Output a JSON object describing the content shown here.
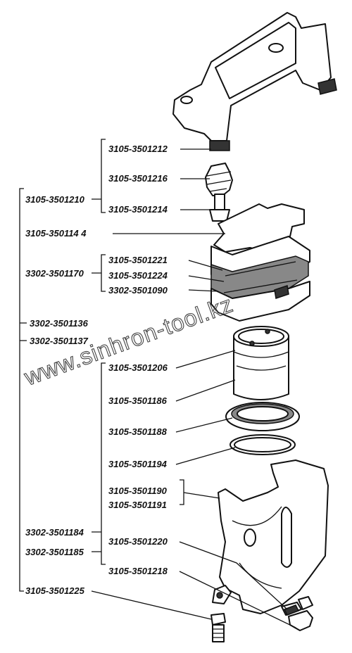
{
  "watermark": "www.sinhron-tool.kz",
  "labels": {
    "l3105_3501212": "3105-3501212",
    "l3105_3501216": "3105-3501216",
    "l3105_3501214": "3105-3501214",
    "l3105_3501210": "3105-3501210",
    "l3105_3501144": "3105-350114 4",
    "l3105_3501221": "3105-3501221",
    "l3105_3501224": "3105-3501224",
    "l3302_3501090": "3302-3501090",
    "l3302_3501170": "3302-3501170",
    "l3302_3501136": "3302-3501136",
    "l3302_3501137": "3302-3501137",
    "l3105_3501206": "3105-3501206",
    "l3105_3501186": "3105-3501186",
    "l3105_3501188": "3105-3501188",
    "l3105_3501194": "3105-3501194",
    "l3105_3501190": "3105-3501190",
    "l3105_3501191": "3105-3501191",
    "l3302_3501184": "3302-3501184",
    "l3302_3501185": "3302-3501185",
    "l3105_3501220": "3105-3501220",
    "l3105_3501218": "3105-3501218",
    "l3105_3501225": "3105-3501225"
  }
}
